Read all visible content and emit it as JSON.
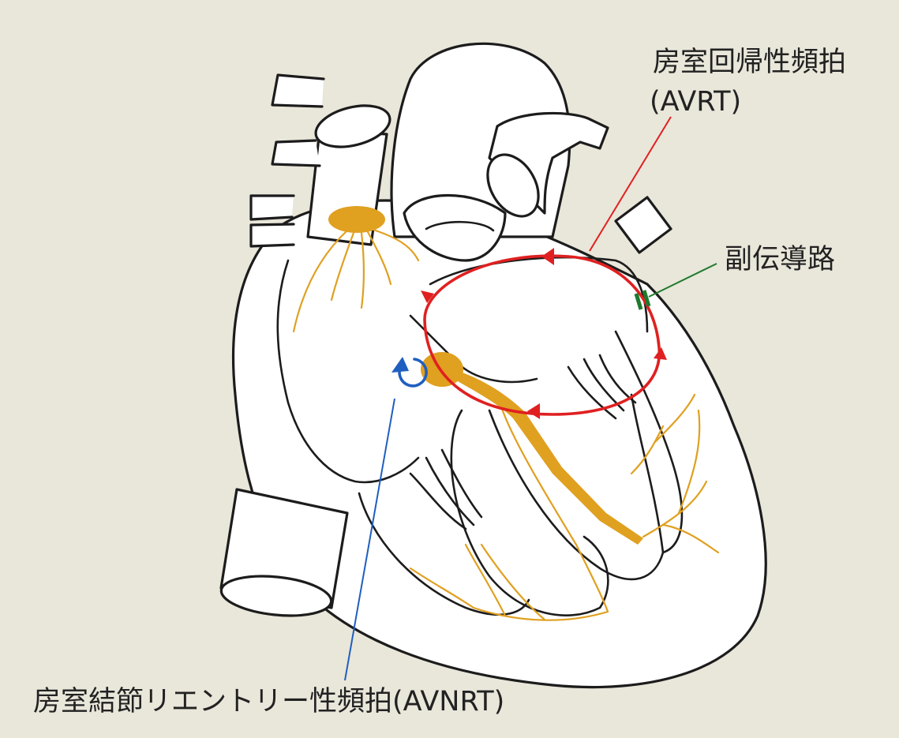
{
  "labels": {
    "avrt_line1": "房室回帰性頻拍",
    "avrt_line2": "(AVRT)",
    "accessory_pathway": "副伝導路",
    "avnrt": "房室結節リエントリー性頻拍(AVNRT)"
  },
  "colors": {
    "background": "#e9e6da",
    "avrt_circuit": "#e02020",
    "accessory_pathway": "#1e7a2e",
    "avnrt_circuit": "#1f5fbf",
    "conduction_system": "#e0a020"
  }
}
